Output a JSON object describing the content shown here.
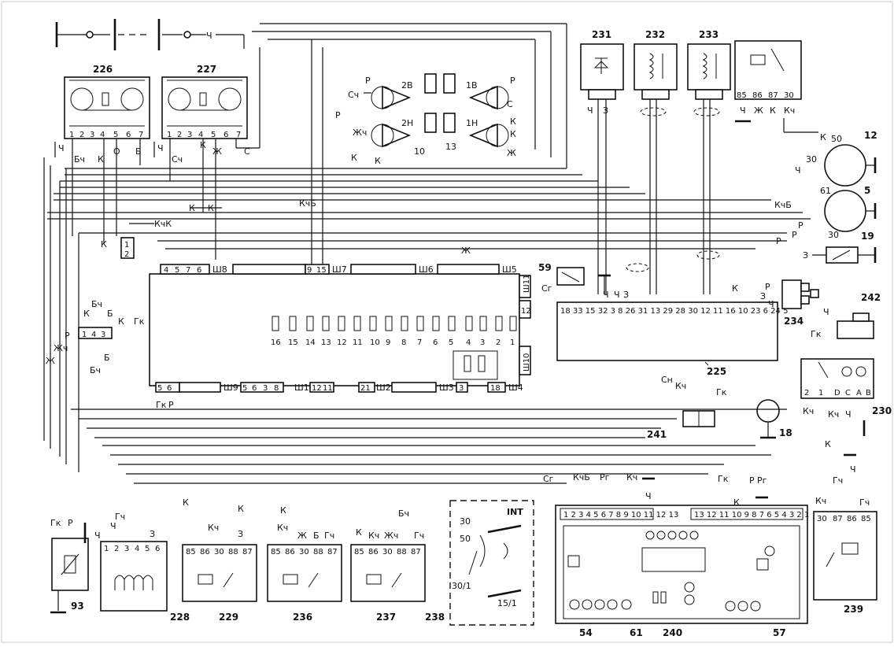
{
  "components": {
    "c226": "226",
    "c227": "227",
    "c231": "231",
    "c232": "232",
    "c233": "233",
    "c225": "225",
    "c234": "234",
    "c242": "242",
    "c230": "230",
    "c241": "241",
    "c18": "18",
    "c12": "12",
    "c5": "5",
    "c19": "19",
    "c59": "59",
    "c93": "93",
    "c228": "228",
    "c229": "229",
    "c236": "236",
    "c237": "237",
    "c238": "238",
    "c54": "54",
    "c61": "61",
    "c240": "240",
    "c57": "57",
    "c239": "239",
    "c10": "10",
    "c13": "13"
  },
  "lamps": {
    "l2B": "2В",
    "l1B": "1В",
    "l2H": "2Н",
    "l1H": "1Н"
  },
  "block_connectors": {
    "sh8": "Ш8",
    "sh7": "Ш7",
    "sh6": "Ш6",
    "sh5": "Ш5",
    "sh11": "Ш11",
    "sh12": "12",
    "sh10": "Ш10",
    "sh9": "Ш9",
    "sh1": "Ш1",
    "sh2": "Ш2",
    "sh3": "Ш3",
    "sh4": "Ш4"
  },
  "fuses": [
    "16",
    "15",
    "14",
    "13",
    "12",
    "11",
    "10",
    "9",
    "8",
    "7",
    "6",
    "5",
    "4",
    "3",
    "2",
    "1"
  ],
  "pins": {
    "p226": [
      "1",
      "2",
      "3",
      "4",
      "5",
      "6",
      "7"
    ],
    "p227": [
      "1",
      "2",
      "3",
      "4",
      "5",
      "6",
      "7"
    ],
    "relay": [
      "85",
      "86",
      "30",
      "88",
      "87"
    ],
    "relay239": [
      "30",
      "87",
      "86",
      "85"
    ],
    "p234": [
      "85",
      "86",
      "87",
      "30"
    ],
    "p228": [
      "1",
      "2",
      "3",
      "4",
      "5",
      "6"
    ],
    "p225": "18  33  15 32  3   8   26  31  13  29     28  30  12  11  16  10  23  6   24  5",
    "p230": [
      "2",
      "1",
      "D",
      "C",
      "A",
      "B"
    ],
    "p240": "1 2 3 4 5 6 7 8 9 10 11 12 13",
    "p240b": "13 12 11 10 9 8 7 6 5 4 3 2 1",
    "conn_small": [
      "1",
      "4",
      "3"
    ],
    "conn_12": [
      "1",
      "2"
    ]
  },
  "wires": {
    "Ch": "Ч",
    "Bch": "Бч",
    "K": "К",
    "O": "О",
    "B": "Б",
    "Sch": "Сч",
    "S": "С",
    "Zh": "Ж",
    "Zhch": "Жч",
    "P": "Р",
    "KchB": "КчБ",
    "Kch": "Кч",
    "KchK": "КчК",
    "Gk": "Гк",
    "Gch": "Гч",
    "Sg": "Сг",
    "Sn": "Сн",
    "Pg": "Рг",
    "Z": "З",
    "ZhK": "Ж К"
  },
  "connector_labels": {
    "s8": [
      "4",
      "5",
      "7",
      "6"
    ],
    "s7": [
      "9",
      "15"
    ],
    "s9": [
      "5",
      "6",
      "3",
      "8"
    ],
    "s1": [
      "12",
      "11"
    ],
    "s2": [
      "21"
    ],
    "s3": [
      "3"
    ],
    "s4": [
      "18"
    ],
    "s10": [
      "5",
      "6"
    ]
  },
  "switch238": {
    "int": "INT",
    "t30": "30",
    "t50": "50",
    "t301": "30/1",
    "t151": "15/1"
  },
  "motor_pins": {
    "m12a": "50",
    "m12b": "30",
    "m5a": "61",
    "m5b": "30"
  }
}
